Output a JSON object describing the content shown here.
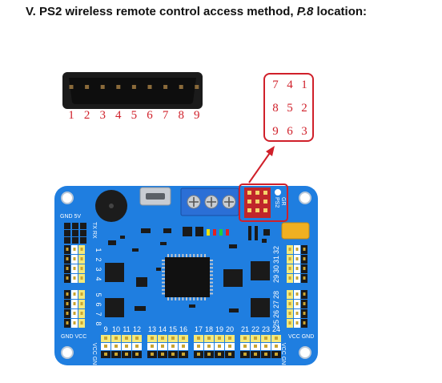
{
  "title": {
    "prefix": "V. PS2 wireless remote control access method, ",
    "ref": "P.8",
    "suffix": " location:"
  },
  "connector": {
    "pin_numbers": [
      "1",
      "2",
      "3",
      "4",
      "5",
      "6",
      "7",
      "8",
      "9"
    ]
  },
  "pin_grid": {
    "rows": [
      [
        "7",
        "4",
        "1"
      ],
      [
        "8",
        "5",
        "2"
      ],
      [
        "9",
        "6",
        "3"
      ]
    ]
  },
  "board": {
    "color": "#1f7ee0",
    "labels": {
      "gnd_5v": "GND 5V",
      "tx_rx": "TX RX",
      "ps2": "PS2",
      "gr": "GR",
      "vcc_gnd_left": "GND VCC",
      "vcc_gnd_right": "VCC GND",
      "vcc_gnd_bottom_left": "VCC GND",
      "vcc_gnd_bottom_right": "VCC GND"
    },
    "left_top_pins": [
      "1",
      "2",
      "3",
      "4"
    ],
    "left_bottom_pins": [
      "5",
      "6",
      "7",
      "8"
    ],
    "right_top_pins": [
      "32",
      "31",
      "30",
      "29"
    ],
    "right_bottom_pins": [
      "28",
      "27",
      "26",
      "25"
    ],
    "bottom_pins": [
      "9",
      "10",
      "11",
      "12",
      "13",
      "14",
      "15",
      "16",
      "17",
      "18",
      "19",
      "20",
      "21",
      "22",
      "23",
      "24"
    ]
  },
  "colors": {
    "accent_red": "#d0202a",
    "board_blue": "#1f7ee0",
    "header_yellow": "#f4e97a"
  }
}
